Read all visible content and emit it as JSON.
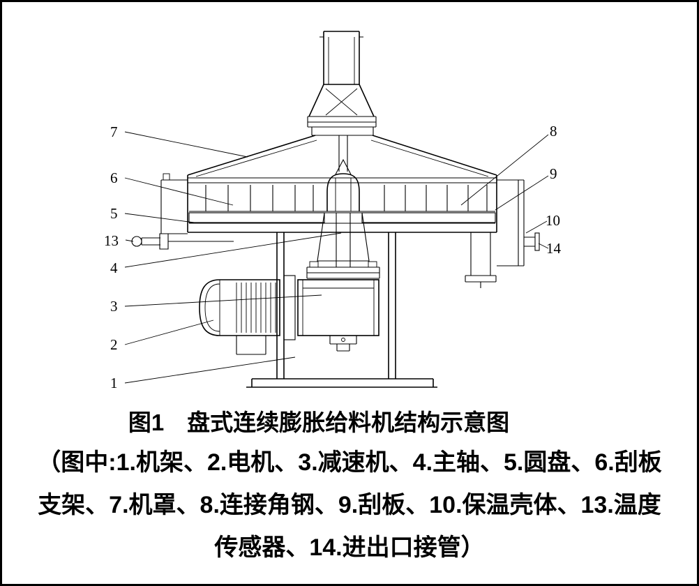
{
  "figure": {
    "caption": "图1　盘式连续膨胀给料机结构示意图",
    "legend_lines": [
      "（图中:1.机架、2.电机、3.减速机、4.主轴、5.圆盘、6.刮板",
      "支架、7.机罩、8.连接角钢、9.刮板、10.保温壳体、13.温度",
      "传感器、14.进出口接管）"
    ],
    "callouts": {
      "n1": "1",
      "n2": "2",
      "n3": "3",
      "n4": "4",
      "n5": "5",
      "n6": "6",
      "n7": "7",
      "n8": "8",
      "n9": "9",
      "n10": "10",
      "n13": "13",
      "n14": "14"
    },
    "colors": {
      "ink": "#000000",
      "background": "#ffffff"
    }
  }
}
